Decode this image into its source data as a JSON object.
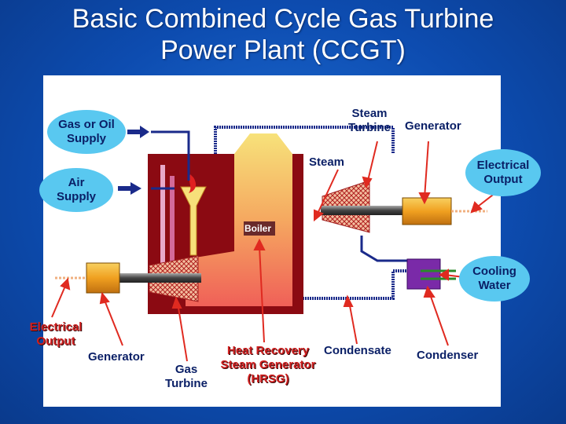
{
  "title_line1": "Basic Combined Cycle Gas Turbine",
  "title_line2": "Power Plant (CCGT)",
  "labels": {
    "gas_oil_supply": "Gas or Oil Supply",
    "air_supply": "Air Supply",
    "steam_turbine": "Steam Turbine",
    "generator_top": "Generator",
    "steam": "Steam",
    "electrical_output_right": "Electrical Output",
    "boiler": "Boiler",
    "cooling_water": "Cooling Water",
    "electrical_output_left": "Electrical Output",
    "generator_bottom": "Generator",
    "gas_turbine": "Gas Turbine",
    "hrsg": "Heat Recovery Steam Generator (HRSG)",
    "condensate": "Condensate",
    "condenser": "Condenser"
  },
  "colors": {
    "background": "#0d4cb0",
    "bubble": "#59c8f0",
    "label_text": "#0a1f66",
    "hrsg_casing": "#8b0a12",
    "generator": "#f0a020",
    "condenser": "#7a2aa8",
    "pipe": "#1a2a8a",
    "arrow": "#e02a20"
  }
}
